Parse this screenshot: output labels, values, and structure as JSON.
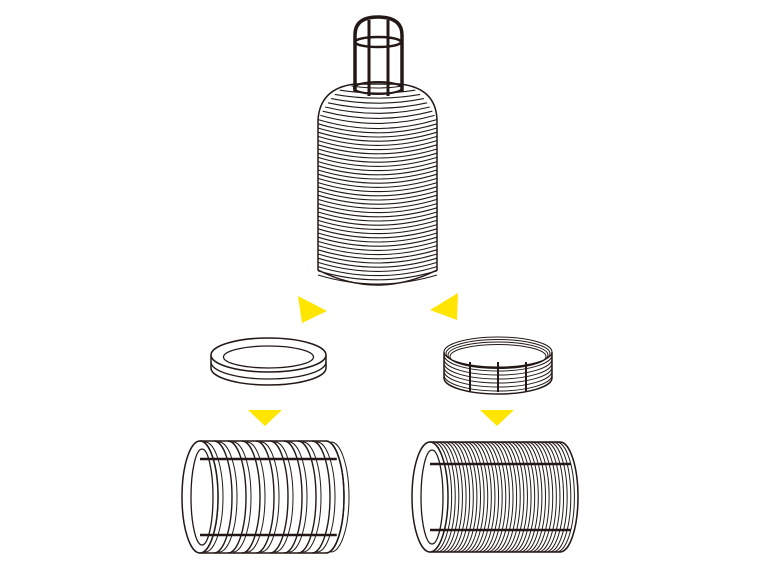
{
  "colors": {
    "stroke": "#231815",
    "arrow": "#ffe500",
    "fill": "#ffffff"
  },
  "diagram": {
    "steps": [
      "wound-coil",
      "flat-ring",
      "multi-turn-ring",
      "ring-stack-cylinder",
      "wire-coil-cylinder"
    ]
  }
}
